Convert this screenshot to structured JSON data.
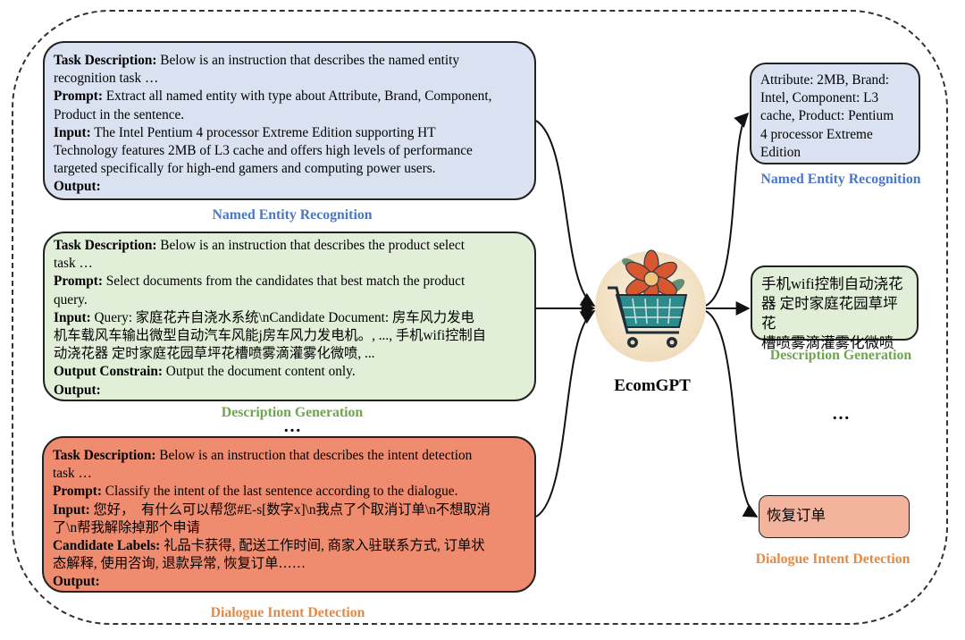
{
  "center": {
    "title": "EcomGPT",
    "icon": "shopping-cart-with-flower-icon"
  },
  "inputs": {
    "ner": {
      "caption": "Named Entity Recognition",
      "lines": [
        {
          "label": "Task Description:",
          "text": " Below is an instruction that describes the named entity"
        },
        {
          "label": "",
          "text": "recognition task …"
        },
        {
          "label": "Prompt:",
          "text": " Extract all named entity with type about Attribute, Brand, Component,"
        },
        {
          "label": "",
          "text": "Product in the sentence."
        },
        {
          "label": "Input:",
          "text": " The Intel Pentium 4 processor Extreme Edition supporting HT"
        },
        {
          "label": "",
          "text": "Technology features 2MB of L3 cache and offers high levels of performance"
        },
        {
          "label": "",
          "text": "targeted specifically for high-end gamers and computing power users."
        },
        {
          "label": "Output:",
          "text": ""
        }
      ]
    },
    "desc": {
      "caption": "Description Generation",
      "lines": [
        {
          "label": "Task Description:",
          "text": " Below is an instruction that describes the product select"
        },
        {
          "label": "",
          "text": "task …"
        },
        {
          "label": "Prompt:",
          "text": " Select documents from the candidates that best match the product"
        },
        {
          "label": "",
          "text": "query."
        },
        {
          "label": "Input:",
          "text": " Query: 家庭花卉自浇水系统\\nCandidate Document: 房车风力发电"
        },
        {
          "label": "",
          "text": "机车载风车输出微型自动汽车风能j房车风力发电机。, ..., 手机wifi控制自"
        },
        {
          "label": "",
          "text": "动浇花器 定时家庭花园草坪花槽喷雾滴灌雾化微喷, ..."
        },
        {
          "label": "Output Constrain:",
          "text": " Output the document content only."
        },
        {
          "label": "Output:",
          "text": ""
        }
      ]
    },
    "intent": {
      "caption": "Dialogue Intent Detection",
      "lines": [
        {
          "label": "Task Description:",
          "text": " Below is an instruction that describes the intent detection"
        },
        {
          "label": "",
          "text": "task …"
        },
        {
          "label": "Prompt:",
          "text": " Classify the intent of the last sentence according to the dialogue."
        },
        {
          "label": "Input:",
          "text": " 您好，  有什么可以帮您#E-s[数字x]\\n我点了个取消订单\\n不想取消"
        },
        {
          "label": "",
          "text": "了\\n帮我解除掉那个申请"
        },
        {
          "label": "Candidate Labels:",
          "text": " 礼品卡获得, 配送工作时间, 商家入驻联系方式, 订单状"
        },
        {
          "label": "",
          "text": "态解释, 使用咨询, 退款异常, 恢复订单……"
        },
        {
          "label": "Output:",
          "text": ""
        }
      ]
    },
    "ellipsis": "…"
  },
  "outputs": {
    "ner": {
      "caption": "Named Entity Recognition",
      "lines": [
        "Attribute: 2MB, Brand:",
        "Intel, Component: L3",
        "cache, Product: Pentium",
        "4 processor Extreme",
        "Edition"
      ]
    },
    "desc": {
      "caption": "Description Generation",
      "lines": [
        "手机wifi控制自动浇花",
        "器 定时家庭花园草坪花",
        "槽喷雾滴灌雾化微喷"
      ]
    },
    "ellipsis": "…",
    "intent": {
      "caption": "Dialogue Intent Detection",
      "lines": [
        "恢复订单"
      ]
    }
  },
  "colors": {
    "blue_box": "#dae2f2",
    "green_box": "#e1efd8",
    "orange_box": "#ef8b6f",
    "orange_out": "#f3b49d",
    "blue_caption": "#4a77c5",
    "green_caption": "#6ea64a",
    "orange_caption": "#e58a44"
  }
}
